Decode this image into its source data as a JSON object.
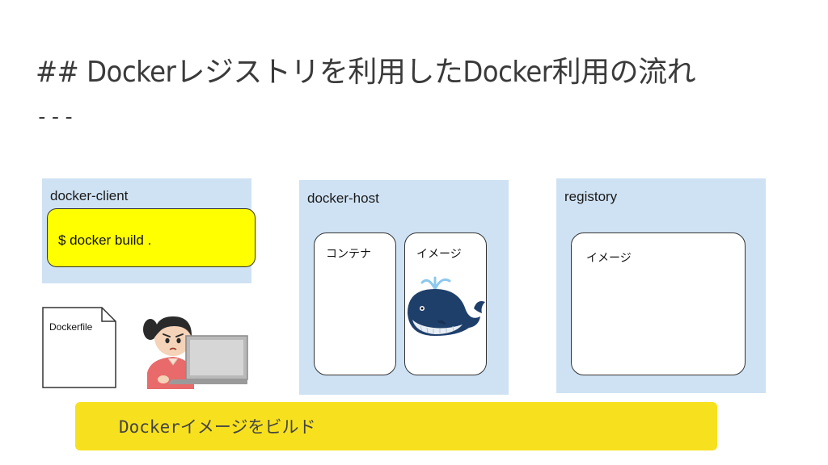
{
  "slide": {
    "title": "## Dockerレジストリを利用したDocker利用の流れ",
    "rule": "---"
  },
  "client": {
    "label": "docker-client",
    "command": "$ docker build ."
  },
  "dockerfile": {
    "label": "Dockerfile"
  },
  "host": {
    "label": "docker-host",
    "container_label": "コンテナ",
    "image_label": "イメージ"
  },
  "registry": {
    "label": "registory",
    "image_label": "イメージ"
  },
  "banner": {
    "text": "Dockerイメージをビルド"
  },
  "colors": {
    "panel": "#cfe2f3",
    "command_box": "#ffff00",
    "banner": "#f7e11e",
    "whale": "#1f3f6b"
  },
  "icons": {
    "person": "person-with-laptop-illustration",
    "whale": "docker-whale-illustration",
    "document": "document-icon"
  }
}
